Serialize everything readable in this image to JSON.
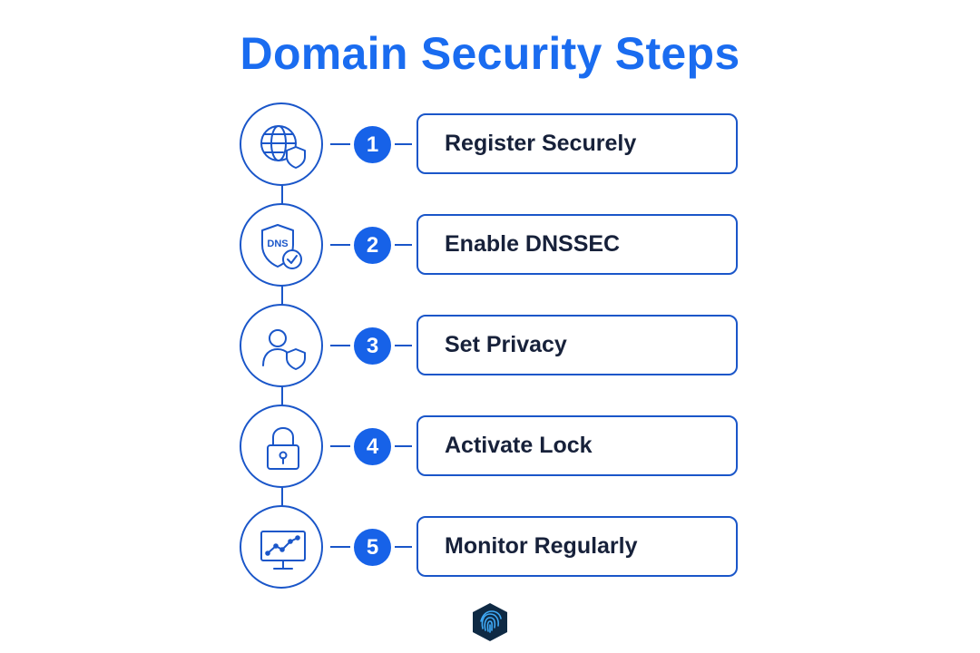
{
  "title": "Domain Security Steps",
  "steps": [
    {
      "number": "1",
      "label": "Register Securely",
      "icon": "globe-shield-icon"
    },
    {
      "number": "2",
      "label": "Enable DNSSEC",
      "icon": "dns-shield-check-icon",
      "icon_text": "DNS"
    },
    {
      "number": "3",
      "label": "Set Privacy",
      "icon": "user-shield-icon"
    },
    {
      "number": "4",
      "label": "Activate Lock",
      "icon": "padlock-icon"
    },
    {
      "number": "5",
      "label": "Monitor Regularly",
      "icon": "monitor-chart-icon"
    }
  ],
  "logo": {
    "icon": "fingerprint-hexagon-icon"
  },
  "colors": {
    "title": "#1a6cf0",
    "accent": "#1762e8",
    "outline": "#1a56c9",
    "label_text": "#17213a",
    "logo_bg": "#0f2a44",
    "logo_fg": "#3fa9f5"
  }
}
